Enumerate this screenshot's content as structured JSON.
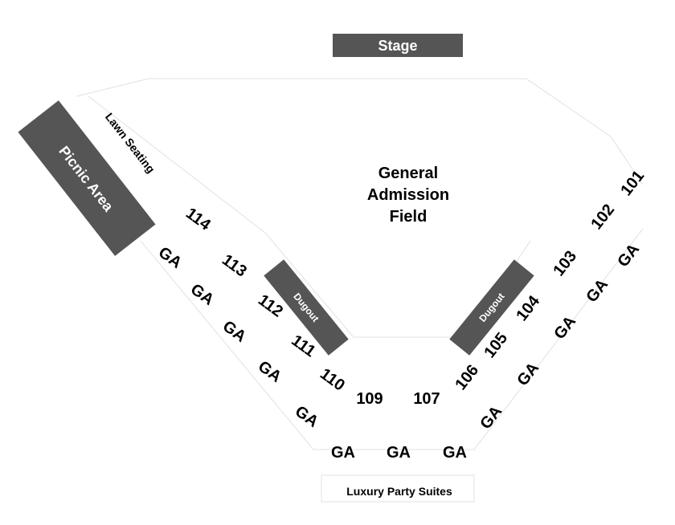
{
  "stage": "Stage",
  "field": {
    "line1": "General",
    "line2": "Admission",
    "line3": "Field"
  },
  "picnic_area": "Picnic Area",
  "lawn_seating": "Lawn Seating",
  "dugout_left": "Dugout",
  "dugout_right": "Dugout",
  "luxury_suites": "Luxury Party Suites",
  "sections": {
    "s101": "101",
    "s102": "102",
    "s103": "103",
    "s104": "104",
    "s105": "105",
    "s106": "106",
    "s107": "107",
    "s109": "109",
    "s110": "110",
    "s111": "111",
    "s112": "112",
    "s113": "113",
    "s114": "114"
  },
  "ga_label": "GA",
  "colors": {
    "background": "#000000",
    "field": "#ffffff",
    "box": "#555555"
  }
}
